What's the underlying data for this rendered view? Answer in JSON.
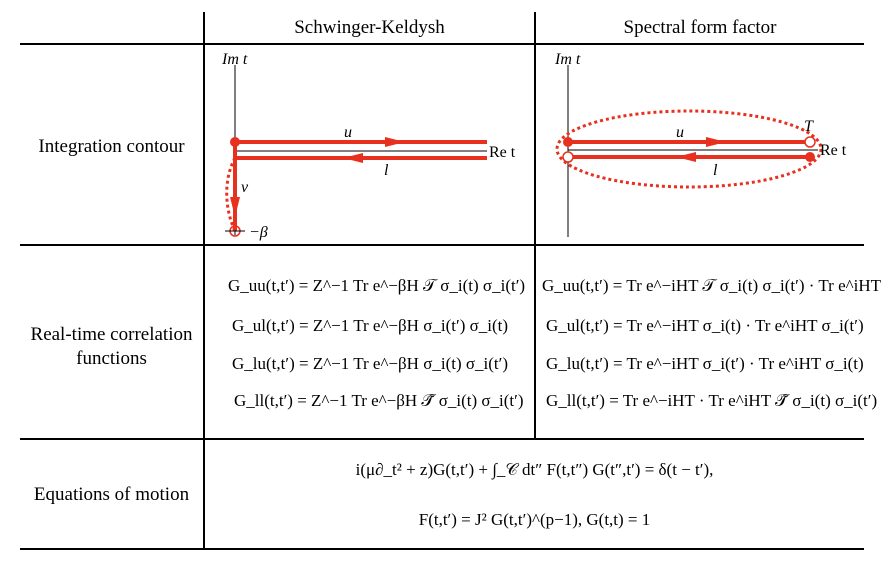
{
  "header": {
    "col1": "Schwinger-Keldysh",
    "col2": "Spectral form factor"
  },
  "rows": {
    "contour": "Integration contour",
    "correlation_line1": "Real-time correlation",
    "correlation_line2": "functions",
    "motion": "Equations of motion"
  },
  "diagram_labels": {
    "im_t": "Im t",
    "re_t": "Re t",
    "u": "u",
    "l": "l",
    "v": "v",
    "beta": "−β",
    "T": "T"
  },
  "colors": {
    "contour_red": "#e8301e",
    "rule": "#000000"
  },
  "equations": {
    "sk": [
      "G_uu(t,t′) = Z^−1 Tr e^−βH 𝒯 σ_i(t) σ_i(t′)",
      "G_ul(t,t′) = Z^−1 Tr e^−βH σ_i(t′) σ_i(t)",
      "G_lu(t,t′) = Z^−1 Tr e^−βH σ_i(t) σ_i(t′)",
      "G_ll(t,t′) = Z^−1 Tr e^−βH 𝒯̃ σ_i(t) σ_i(t′)"
    ],
    "sff": [
      "G_uu(t,t′) = Tr e^−iHT 𝒯 σ_i(t) σ_i(t′) · Tr e^iHT",
      "G_ul(t,t′) = Tr e^−iHT σ_i(t) · Tr e^iHT σ_i(t′)",
      "G_lu(t,t′) = Tr e^−iHT σ_i(t′) · Tr e^iHT σ_i(t)",
      "G_ll(t,t′) = Tr e^−iHT · Tr e^iHT 𝒯̃ σ_i(t) σ_i(t′)"
    ],
    "motion": [
      "i(μ∂_t² + z)G(t,t′) + ∫_𝒞 dt″ F(t,t″) G(t″,t′) = δ(t − t′),",
      "F(t,t′) = J² G(t,t′)^(p−1),     G(t,t) = 1"
    ]
  }
}
